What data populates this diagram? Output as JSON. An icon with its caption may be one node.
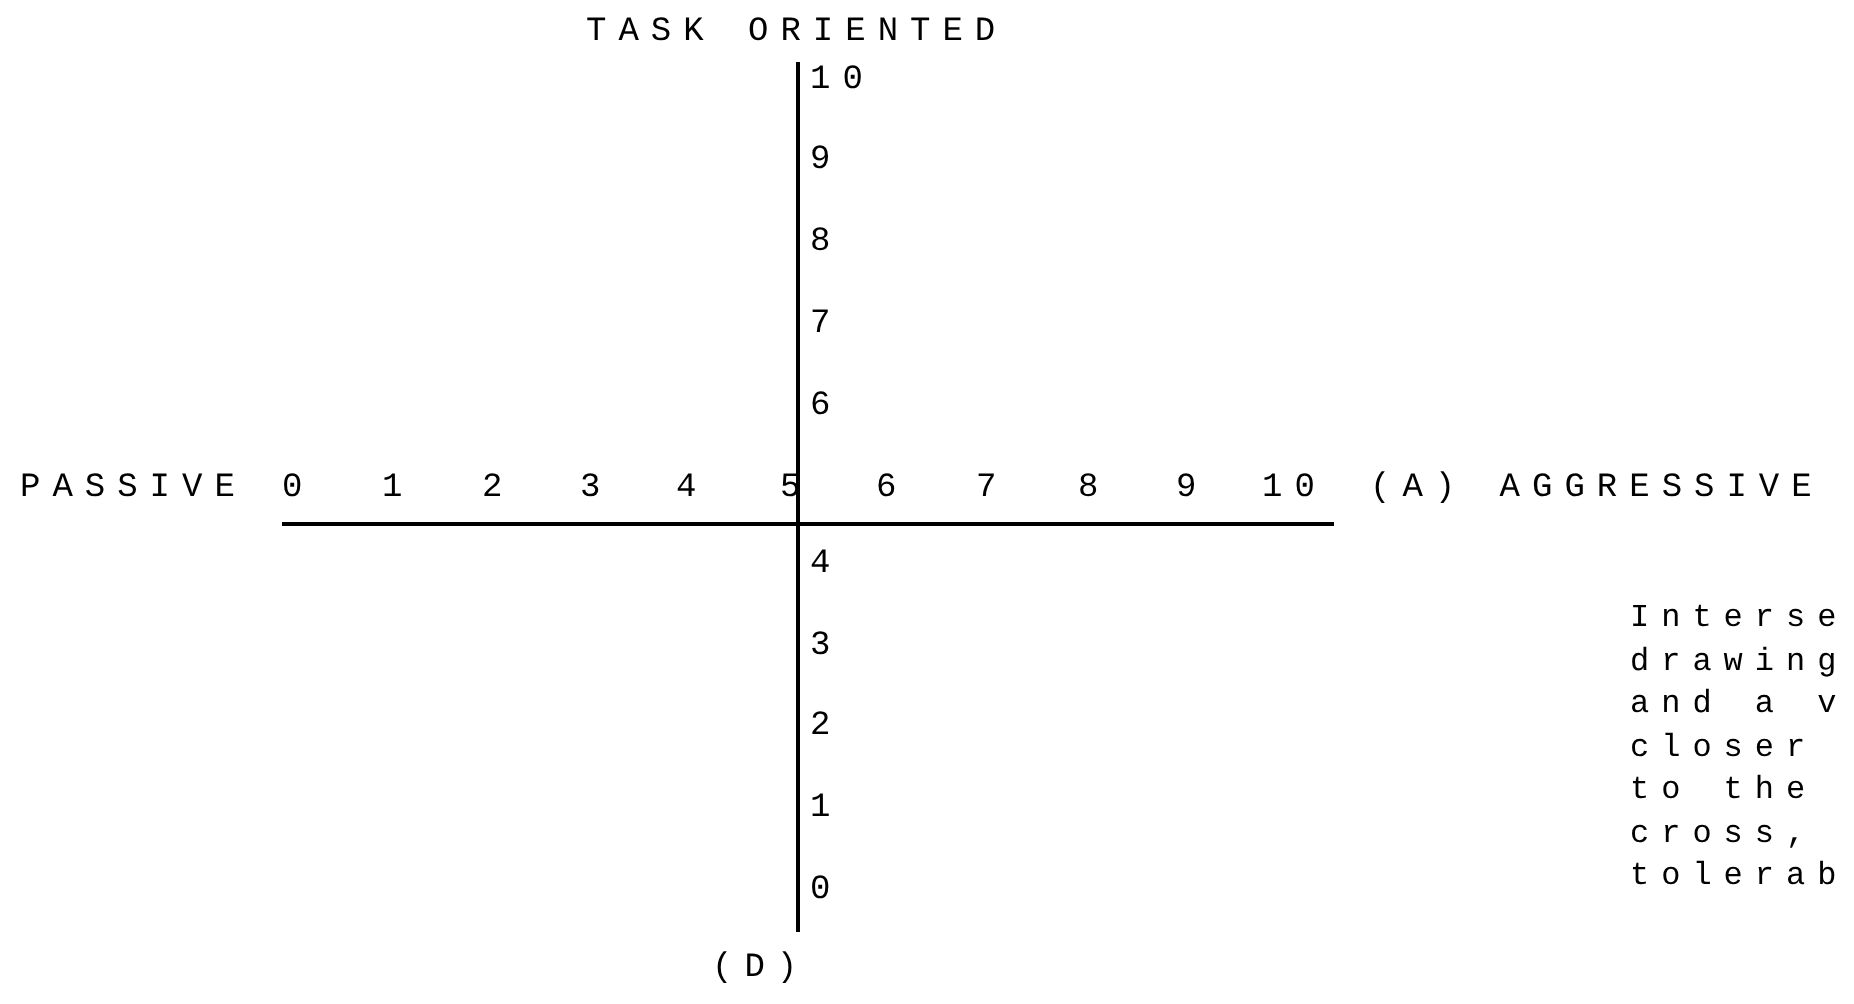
{
  "diagram": {
    "labels": [
      "TASK ORIENTED",
      "10",
      "9",
      "8",
      "7",
      "6",
      "PASSIVE",
      "0",
      "1",
      "2",
      "3",
      "4",
      "5",
      "6",
      "7",
      "8",
      "9",
      "10",
      "(A) AGGRESSIVE",
      "4",
      "3",
      "2",
      "1",
      "0",
      "(D)",
      "Interse drawing and a v closer to the cross, tolerab"
    ]
  }
}
